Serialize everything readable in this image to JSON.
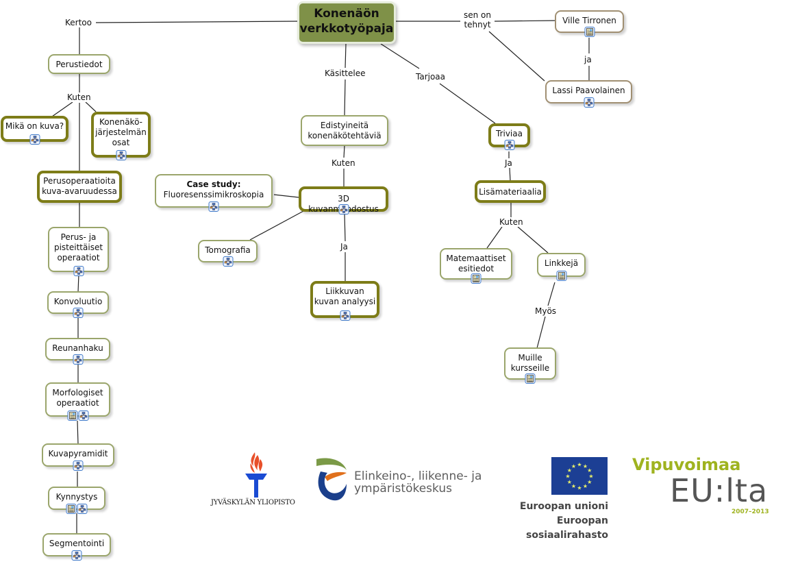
{
  "root": {
    "title": "Konenäön\nverkkotyöpaja"
  },
  "nodes": {
    "perustiedot": "Perustiedot",
    "mika_on_kuva": "Mikä on kuva?",
    "konenako_osat": "Konenäkö-\njärjestelmän\nosat",
    "perusoperaatioita": "Perusoperaatioita\nkuva-avaruudessa",
    "perus_ja_pisteittaiset": "Perus- ja\npisteittäiset\noperaatiot",
    "konvoluutio": "Konvoluutio",
    "reunanhaku": "Reunanhaku",
    "morfologiset": "Morfologiset\noperaatiot",
    "kuvapyramidit": "Kuvapyramidit",
    "kynnystys": "Kynnystys",
    "segmentointi": "Segmentointi",
    "edistyneita": "Edistyineitä\nkonenäkötehtäviä",
    "case_study_title": "Case study:",
    "case_study_sub": "Fluoresenssimikroskopia",
    "kuvanmuodostus_3d": "3D kuvanmuodostus",
    "tomografia": "Tomografia",
    "liikkuvan": "Liikkuvan\nkuvan analyysi",
    "triviaa": "Triviaa",
    "lisamateriaalia": "Lisämateriaalia",
    "matemaattiset": "Matemaattiset\nesitiedot",
    "linkkeja": "Linkkejä",
    "muille_kursseille": "Muille\nkursseille",
    "ville": "Ville Tirronen",
    "lassi": "Lassi Paavolainen"
  },
  "link_labels": {
    "kertoo": "Kertoo",
    "kuten_left": "Kuten",
    "kasittelee": "Käsittelee",
    "kuten_mid": "Kuten",
    "ja_mid": "Ja",
    "tarjoaa": "Tarjoaa",
    "ja_trivia": "Ja",
    "kuten_right": "Kuten",
    "myos": "Myös",
    "sen_on_tehnyt": "sen on\ntehnyt",
    "ja_authors": "ja"
  },
  "icon_types": {
    "submap": "concept-map-icon",
    "document": "document-icon"
  },
  "logos": {
    "jyu": "JYVÄSKYLÄN YLIOPISTO",
    "ely": "Elinkeino-, liikenne- ja\nympäristökeskus",
    "eu_line1": "Euroopan unioni",
    "eu_line2": "Euroopan sosiaalirahasto",
    "vipu_line1": "Vipuvoimaa",
    "vipu_line2": "EU:lta",
    "vipu_years": "2007–2013"
  },
  "colors": {
    "root_fill": "#7f9148",
    "thick_border": "#7d7c18",
    "thin_border": "#9aa56b",
    "author_border": "#a08f72",
    "eu_blue": "#1c3f94",
    "eu_star": "#e8ef6a",
    "vipu_green": "#9fb320"
  }
}
